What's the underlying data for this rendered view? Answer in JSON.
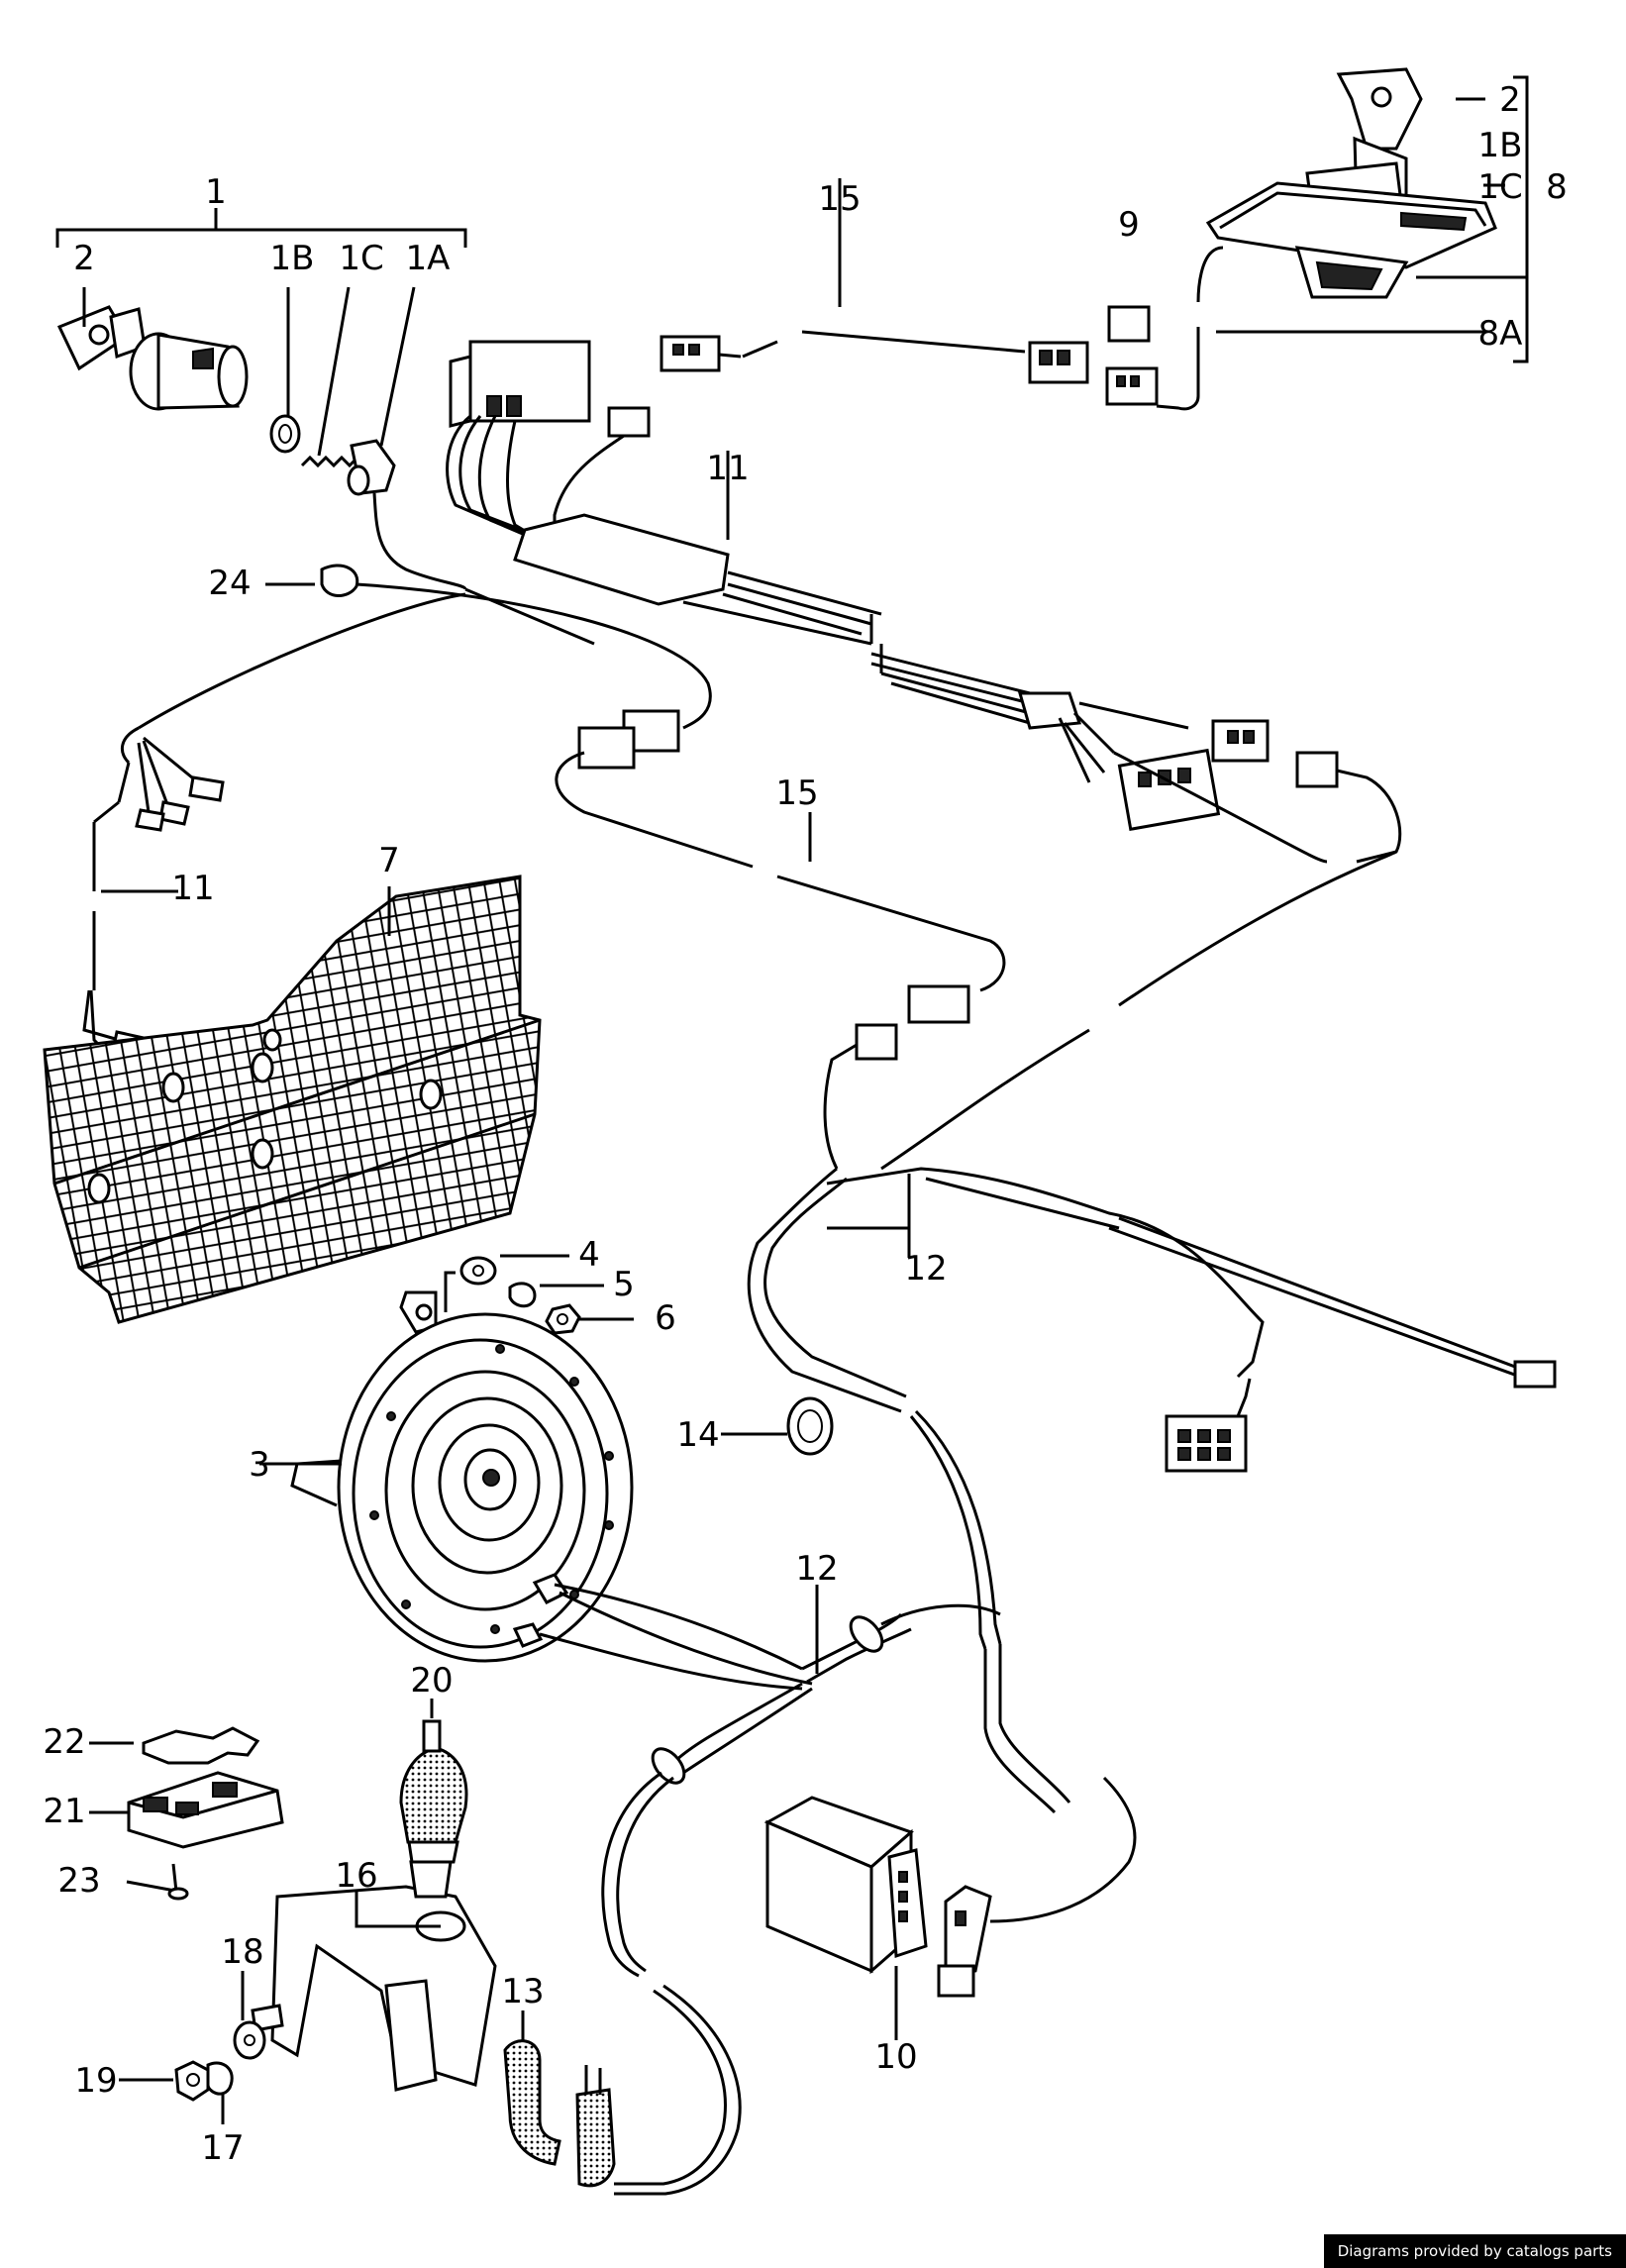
{
  "labels": {
    "l1": "1",
    "l2a": "2",
    "l1B_a": "1B",
    "l1C_a": "1C",
    "l1A": "1A",
    "l2b": "2",
    "l1B_b": "1B",
    "l1C_b": "1C",
    "l8": "8",
    "l8A": "8A",
    "l9": "9",
    "l15a": "15",
    "l11a": "11",
    "l24": "24",
    "l15b": "15",
    "l11b": "11",
    "l7": "7",
    "l4": "4",
    "l5": "5",
    "l6": "6",
    "l3": "3",
    "l12a": "12",
    "l14": "14",
    "l12b": "12",
    "l20": "20",
    "l22": "22",
    "l21": "21",
    "l23": "23",
    "l16": "16",
    "l18": "18",
    "l19": "19",
    "l17": "17",
    "l13": "13",
    "l10": "10"
  },
  "credit": "Diagrams provided by catalogs parts"
}
